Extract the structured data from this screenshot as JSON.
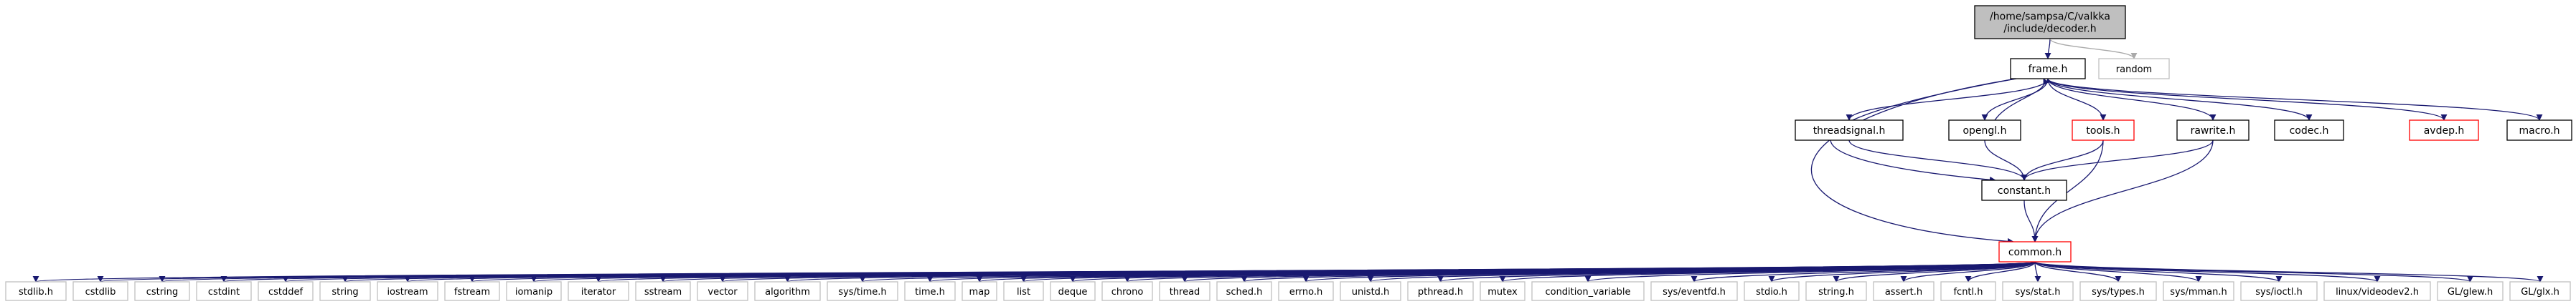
{
  "colors": {
    "edge": "#191970",
    "edge_gray": "#a9a9a9",
    "box_border": "#000000",
    "box_border_external": "#bfbfbf",
    "box_border_ref": "#ff0000",
    "root_fill": "#bfbfbf",
    "text": "#000000"
  },
  "graph": {
    "nodes": [
      {
        "id": "decoder",
        "lines": [
          "/home/sampsa/C/valkka",
          "/include/decoder.h"
        ],
        "kind": "root"
      },
      {
        "id": "random",
        "lines": [
          "random"
        ],
        "kind": "external"
      },
      {
        "id": "frame",
        "lines": [
          "frame.h"
        ],
        "kind": "normal"
      },
      {
        "id": "threadsignal",
        "lines": [
          "threadsignal.h"
        ],
        "kind": "normal"
      },
      {
        "id": "opengl",
        "lines": [
          "opengl.h"
        ],
        "kind": "normal"
      },
      {
        "id": "tools",
        "lines": [
          "tools.h"
        ],
        "kind": "ref"
      },
      {
        "id": "rawrite",
        "lines": [
          "rawrite.h"
        ],
        "kind": "normal"
      },
      {
        "id": "codec",
        "lines": [
          "codec.h"
        ],
        "kind": "normal"
      },
      {
        "id": "avdep",
        "lines": [
          "avdep.h"
        ],
        "kind": "ref"
      },
      {
        "id": "macro",
        "lines": [
          "macro.h"
        ],
        "kind": "normal"
      },
      {
        "id": "constant",
        "lines": [
          "constant.h"
        ],
        "kind": "normal"
      },
      {
        "id": "common",
        "lines": [
          "common.h"
        ],
        "kind": "ref"
      },
      {
        "id": "stdlib_h",
        "lines": [
          "stdlib.h"
        ],
        "kind": "external"
      },
      {
        "id": "cstdlib",
        "lines": [
          "cstdlib"
        ],
        "kind": "external"
      },
      {
        "id": "cstring",
        "lines": [
          "cstring"
        ],
        "kind": "external"
      },
      {
        "id": "cstdint",
        "lines": [
          "cstdint"
        ],
        "kind": "external"
      },
      {
        "id": "cstddef",
        "lines": [
          "cstddef"
        ],
        "kind": "external"
      },
      {
        "id": "string",
        "lines": [
          "string"
        ],
        "kind": "external"
      },
      {
        "id": "iostream",
        "lines": [
          "iostream"
        ],
        "kind": "external"
      },
      {
        "id": "fstream",
        "lines": [
          "fstream"
        ],
        "kind": "external"
      },
      {
        "id": "iomanip",
        "lines": [
          "iomanip"
        ],
        "kind": "external"
      },
      {
        "id": "iterator",
        "lines": [
          "iterator"
        ],
        "kind": "external"
      },
      {
        "id": "sstream",
        "lines": [
          "sstream"
        ],
        "kind": "external"
      },
      {
        "id": "vector",
        "lines": [
          "vector"
        ],
        "kind": "external"
      },
      {
        "id": "algorithm",
        "lines": [
          "algorithm"
        ],
        "kind": "external"
      },
      {
        "id": "sys_time_h",
        "lines": [
          "sys/time.h"
        ],
        "kind": "external"
      },
      {
        "id": "time_h",
        "lines": [
          "time.h"
        ],
        "kind": "external"
      },
      {
        "id": "map",
        "lines": [
          "map"
        ],
        "kind": "external"
      },
      {
        "id": "list",
        "lines": [
          "list"
        ],
        "kind": "external"
      },
      {
        "id": "deque",
        "lines": [
          "deque"
        ],
        "kind": "external"
      },
      {
        "id": "chrono",
        "lines": [
          "chrono"
        ],
        "kind": "external"
      },
      {
        "id": "thread",
        "lines": [
          "thread"
        ],
        "kind": "external"
      },
      {
        "id": "sched_h",
        "lines": [
          "sched.h"
        ],
        "kind": "external"
      },
      {
        "id": "errno_h",
        "lines": [
          "errno.h"
        ],
        "kind": "external"
      },
      {
        "id": "unistd_h",
        "lines": [
          "unistd.h"
        ],
        "kind": "external"
      },
      {
        "id": "pthread_h",
        "lines": [
          "pthread.h"
        ],
        "kind": "external"
      },
      {
        "id": "mutex",
        "lines": [
          "mutex"
        ],
        "kind": "external"
      },
      {
        "id": "condition_variable",
        "lines": [
          "condition_variable"
        ],
        "kind": "external"
      },
      {
        "id": "sys_eventfd_h",
        "lines": [
          "sys/eventfd.h"
        ],
        "kind": "external"
      },
      {
        "id": "stdio_h",
        "lines": [
          "stdio.h"
        ],
        "kind": "external"
      },
      {
        "id": "string_h",
        "lines": [
          "string.h"
        ],
        "kind": "external"
      },
      {
        "id": "assert_h",
        "lines": [
          "assert.h"
        ],
        "kind": "external"
      },
      {
        "id": "fcntl_h",
        "lines": [
          "fcntl.h"
        ],
        "kind": "external"
      },
      {
        "id": "sys_stat_h",
        "lines": [
          "sys/stat.h"
        ],
        "kind": "external"
      },
      {
        "id": "sys_types_h",
        "lines": [
          "sys/types.h"
        ],
        "kind": "external"
      },
      {
        "id": "sys_mman_h",
        "lines": [
          "sys/mman.h"
        ],
        "kind": "external"
      },
      {
        "id": "sys_ioctl_h",
        "lines": [
          "sys/ioctl.h"
        ],
        "kind": "external"
      },
      {
        "id": "linux_videodev2_h",
        "lines": [
          "linux/videodev2.h"
        ],
        "kind": "external"
      },
      {
        "id": "gl_glew_h",
        "lines": [
          "GL/glew.h"
        ],
        "kind": "external"
      },
      {
        "id": "gl_glx_h",
        "lines": [
          "GL/glx.h"
        ],
        "kind": "external"
      }
    ],
    "edges": [
      [
        "decoder",
        "frame"
      ],
      [
        "decoder",
        "random"
      ],
      [
        "frame",
        "threadsignal"
      ],
      [
        "frame",
        "opengl"
      ],
      [
        "frame",
        "tools"
      ],
      [
        "frame",
        "rawrite"
      ],
      [
        "frame",
        "codec"
      ],
      [
        "frame",
        "avdep"
      ],
      [
        "frame",
        "macro"
      ],
      [
        "frame",
        "constant"
      ],
      [
        "frame",
        "common"
      ],
      [
        "opengl",
        "frame"
      ],
      [
        "threadsignal",
        "constant"
      ],
      [
        "opengl",
        "constant"
      ],
      [
        "tools",
        "constant"
      ],
      [
        "rawrite",
        "constant"
      ],
      [
        "tools",
        "common"
      ],
      [
        "rawrite",
        "common"
      ],
      [
        "constant",
        "common"
      ],
      [
        "common",
        "stdlib_h"
      ],
      [
        "common",
        "cstdlib"
      ],
      [
        "common",
        "cstring"
      ],
      [
        "common",
        "cstdint"
      ],
      [
        "common",
        "cstddef"
      ],
      [
        "common",
        "string"
      ],
      [
        "common",
        "iostream"
      ],
      [
        "common",
        "fstream"
      ],
      [
        "common",
        "iomanip"
      ],
      [
        "common",
        "iterator"
      ],
      [
        "common",
        "sstream"
      ],
      [
        "common",
        "vector"
      ],
      [
        "common",
        "algorithm"
      ],
      [
        "common",
        "sys_time_h"
      ],
      [
        "common",
        "time_h"
      ],
      [
        "common",
        "map"
      ],
      [
        "common",
        "list"
      ],
      [
        "common",
        "deque"
      ],
      [
        "common",
        "chrono"
      ],
      [
        "common",
        "thread"
      ],
      [
        "common",
        "sched_h"
      ],
      [
        "common",
        "errno_h"
      ],
      [
        "common",
        "unistd_h"
      ],
      [
        "common",
        "pthread_h"
      ],
      [
        "common",
        "mutex"
      ],
      [
        "common",
        "condition_variable"
      ],
      [
        "common",
        "sys_eventfd_h"
      ],
      [
        "common",
        "stdio_h"
      ],
      [
        "common",
        "string_h"
      ],
      [
        "common",
        "assert_h"
      ],
      [
        "common",
        "fcntl_h"
      ],
      [
        "common",
        "sys_stat_h"
      ],
      [
        "common",
        "sys_types_h"
      ],
      [
        "common",
        "sys_mman_h"
      ],
      [
        "common",
        "sys_ioctl_h"
      ],
      [
        "common",
        "linux_videodev2_h"
      ],
      [
        "common",
        "gl_glew_h"
      ],
      [
        "common",
        "gl_glx_h"
      ]
    ]
  }
}
